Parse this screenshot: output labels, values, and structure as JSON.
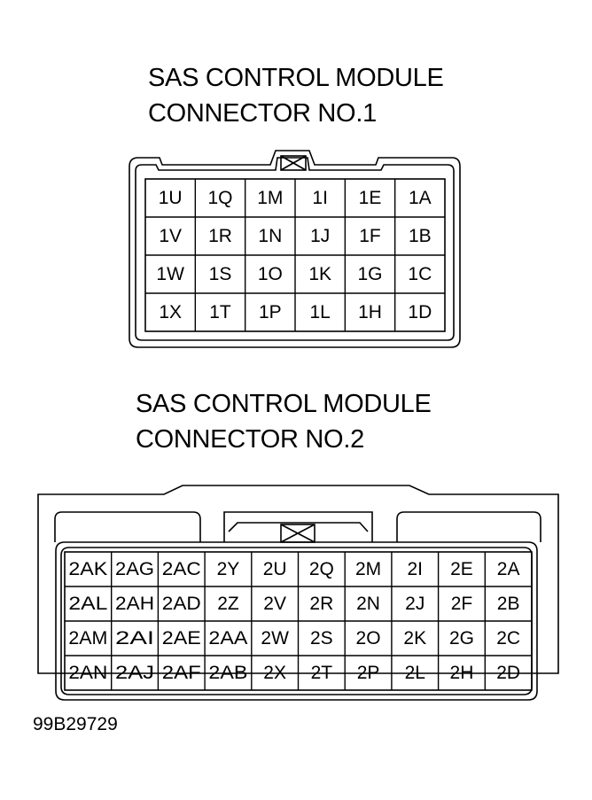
{
  "connector1": {
    "title_line1": "SAS CONTROL MODULE",
    "title_line2": "CONNECTOR NO.1",
    "pins": [
      [
        "1U",
        "1Q",
        "1M",
        "1I",
        "1E",
        "1A"
      ],
      [
        "1V",
        "1R",
        "1N",
        "1J",
        "1F",
        "1B"
      ],
      [
        "1W",
        "1S",
        "1O",
        "1K",
        "1G",
        "1C"
      ],
      [
        "1X",
        "1T",
        "1P",
        "1L",
        "1H",
        "1D"
      ]
    ]
  },
  "connector2": {
    "title_line1": "SAS CONTROL MODULE",
    "title_line2": "CONNECTOR NO.2",
    "pins": [
      [
        "2AK",
        "2AG",
        "2AC",
        "2Y",
        "2U",
        "2Q",
        "2M",
        "2I",
        "2E",
        "2A"
      ],
      [
        "2AL",
        "2AH",
        "2AD",
        "2Z",
        "2V",
        "2R",
        "2N",
        "2J",
        "2F",
        "2B"
      ],
      [
        "2AM",
        "2AI",
        "2AE",
        "2AA",
        "2W",
        "2S",
        "2O",
        "2K",
        "2G",
        "2C"
      ],
      [
        "2AN",
        "2AJ",
        "2AF",
        "2AB",
        "2X",
        "2T",
        "2P",
        "2L",
        "2H",
        "2D"
      ]
    ]
  },
  "figure_id": "99B29729"
}
